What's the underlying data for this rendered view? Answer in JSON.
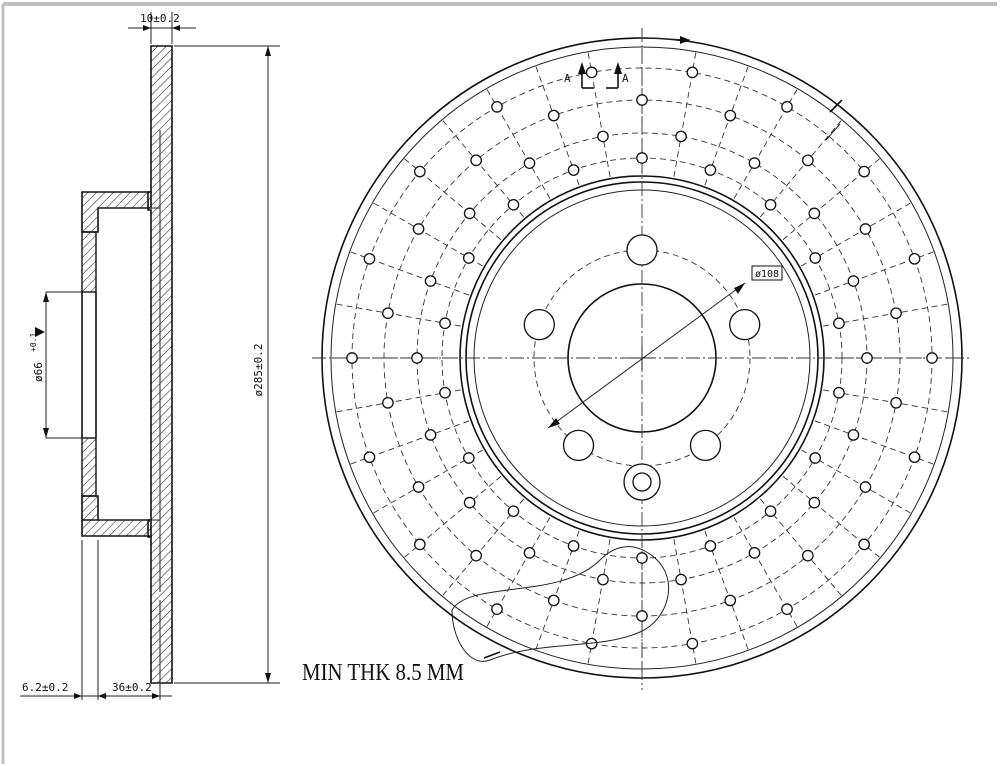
{
  "dims": {
    "thickness": "10±0.2",
    "bore": "ø66",
    "bore_tol": "+0.1\n0",
    "outer": "ø285±0.2",
    "offset": "6.2±0.2",
    "height": "36±0.2",
    "pcd": "ø108"
  },
  "section_label": "A",
  "note": "MIN THK 8.5 MM",
  "colors": {
    "line": "#111111",
    "frame": "#bfbfbf",
    "background": "#ffffff"
  }
}
